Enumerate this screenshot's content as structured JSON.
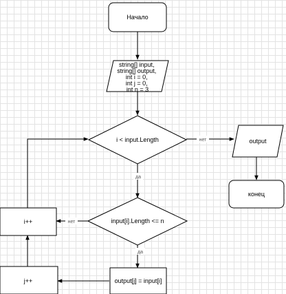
{
  "diagram": {
    "nodes": {
      "start": {
        "text": "Начало"
      },
      "init": {
        "lines": [
          "string[] input,",
          "string[] output,",
          "int i = 0,",
          "int j = 0,",
          "int n = 3"
        ]
      },
      "cond_i": {
        "text": "i <  input.Length"
      },
      "output": {
        "text": "output"
      },
      "end": {
        "text": "конец"
      },
      "cond_len": {
        "text": "input[i].Length <= n"
      },
      "inc_i": {
        "text": "i++"
      },
      "assign": {
        "text": "output[j] = input[i]"
      },
      "inc_j": {
        "text": "j++"
      }
    },
    "edge_labels": {
      "cond_i_no": "нет",
      "cond_i_yes": "да",
      "cond_len_no": "нет",
      "cond_len_yes": "да"
    }
  }
}
